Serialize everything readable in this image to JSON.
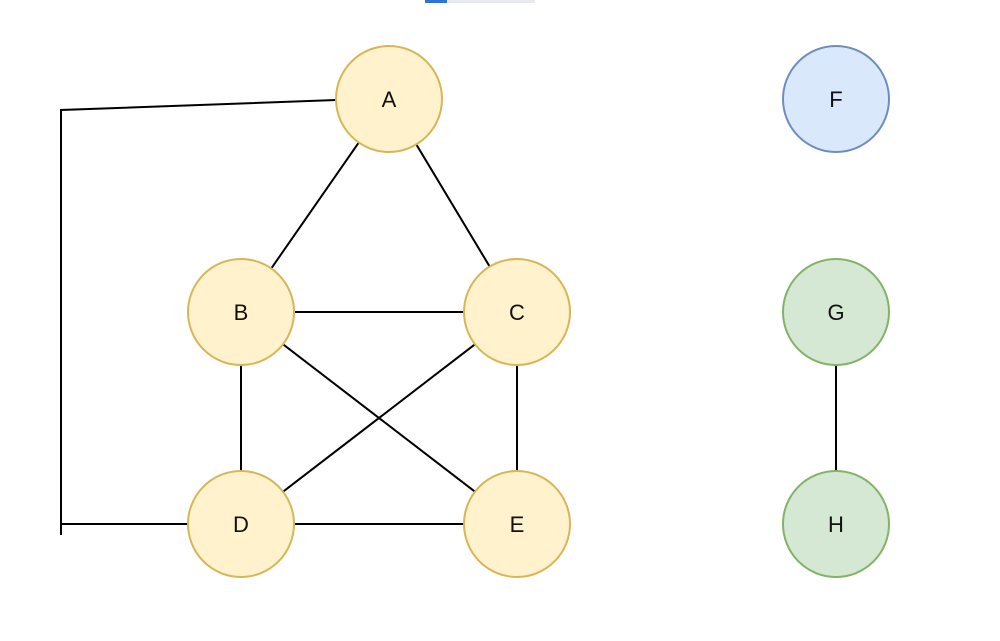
{
  "diagram": {
    "type": "undirected-graph",
    "nodes": [
      {
        "id": "A",
        "label": "A",
        "group": "yellow"
      },
      {
        "id": "B",
        "label": "B",
        "group": "yellow"
      },
      {
        "id": "C",
        "label": "C",
        "group": "yellow"
      },
      {
        "id": "D",
        "label": "D",
        "group": "yellow"
      },
      {
        "id": "E",
        "label": "E",
        "group": "yellow"
      },
      {
        "id": "F",
        "label": "F",
        "group": "blue"
      },
      {
        "id": "G",
        "label": "G",
        "group": "green"
      },
      {
        "id": "H",
        "label": "H",
        "group": "green"
      }
    ],
    "edges": [
      {
        "from": "A",
        "to": "B"
      },
      {
        "from": "A",
        "to": "C"
      },
      {
        "from": "A",
        "to": "D",
        "routing": "orthogonal-left"
      },
      {
        "from": "B",
        "to": "C"
      },
      {
        "from": "B",
        "to": "D"
      },
      {
        "from": "B",
        "to": "E"
      },
      {
        "from": "C",
        "to": "D"
      },
      {
        "from": "C",
        "to": "E"
      },
      {
        "from": "D",
        "to": "E"
      },
      {
        "from": "G",
        "to": "H"
      }
    ],
    "groups": {
      "yellow": {
        "fill": "#fff2cc",
        "stroke": "#d6b656"
      },
      "blue": {
        "fill": "#dae8fc",
        "stroke": "#6c8ebf"
      },
      "green": {
        "fill": "#d5e8d4",
        "stroke": "#82b366"
      }
    },
    "edge_color": "#000000"
  }
}
